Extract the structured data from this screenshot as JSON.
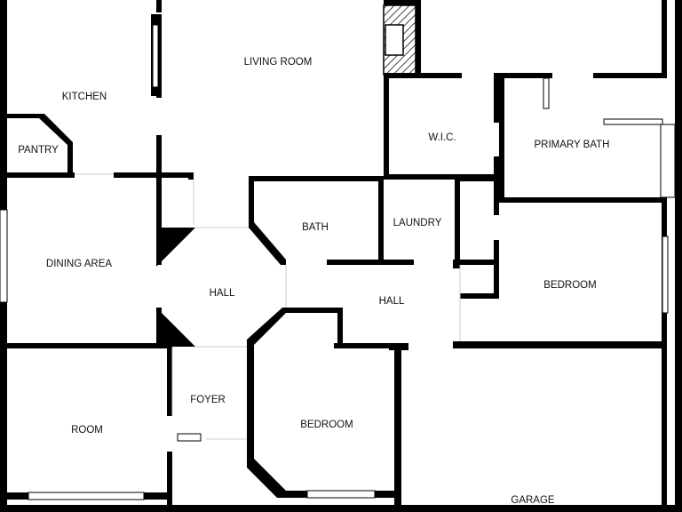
{
  "rooms": {
    "living_room": "LIVING ROOM",
    "kitchen": "KITCHEN",
    "pantry": "PANTRY",
    "wic": "W.I.C.",
    "primary_bath": "PRIMARY BATH",
    "bath": "BATH",
    "laundry": "LAUNDRY",
    "dining_area": "DINING AREA",
    "hall_left": "HALL",
    "hall_right": "HALL",
    "bedroom_right": "BEDROOM",
    "foyer": "FOYER",
    "room": "ROOM",
    "bedroom_bottom": "BEDROOM",
    "garage": "GARAGE"
  },
  "colors": {
    "wall": "#000000",
    "background": "#ffffff"
  }
}
